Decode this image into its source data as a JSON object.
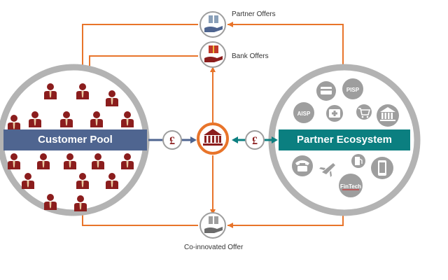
{
  "offers": {
    "partner_offers": "Partner Offers",
    "bank_offers": "Bank Offers",
    "co_innovated_offer": "Co-innovated Offer"
  },
  "customer_pool": {
    "label": "Customer Pool",
    "person_count": 18
  },
  "partner_ecosystem": {
    "label": "Partner Ecosystem",
    "icons": [
      "card-icon",
      "pisp-icon",
      "aisp-icon",
      "medical-icon",
      "cart-icon",
      "bank-building-icon",
      "telephone-icon",
      "plane-icon",
      "gas-pump-icon",
      "mobile-phone-icon",
      "fintech-icon"
    ],
    "pisp": "PISP",
    "aisp": "AISP",
    "fintech": "FinTech"
  },
  "currency_symbol": "£",
  "colors": {
    "ring_gray": "#b3b3b3",
    "arrow_orange": "#e8742a",
    "customer_band": "#4f6590",
    "partner_band": "#0b7f80",
    "person_red": "#8b1d1d",
    "icon_gray": "#9e9e9e"
  }
}
